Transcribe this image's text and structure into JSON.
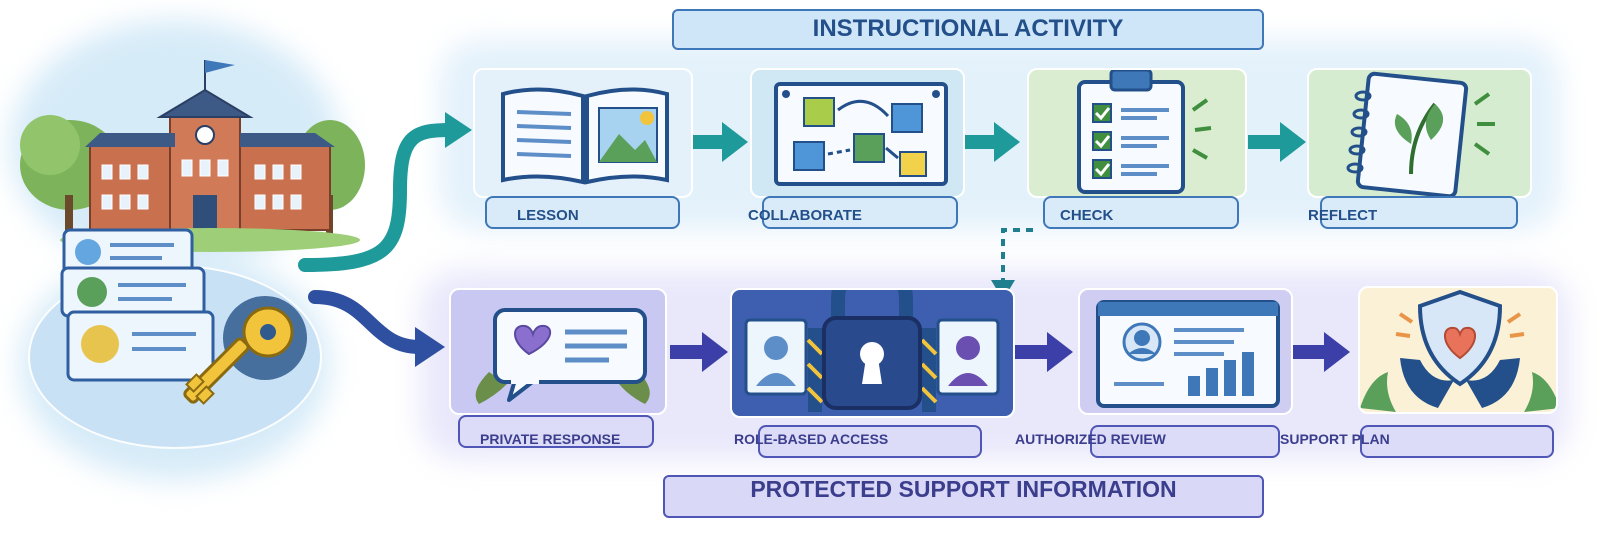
{
  "banners": {
    "top": "INSTRUCTIONAL ACTIVITY",
    "bottom": "PROTECTED SUPPORT INFORMATION"
  },
  "top_flow": [
    {
      "label": "LESSON",
      "icon": "open-book-icon"
    },
    {
      "label": "COLLABORATE",
      "icon": "whiteboard-icon"
    },
    {
      "label": "CHECK",
      "icon": "clipboard-checklist-icon"
    },
    {
      "label": "REFLECT",
      "icon": "notebook-leaf-icon"
    }
  ],
  "bottom_flow": [
    {
      "label": "PRIVATE RESPONSE",
      "icon": "speech-bubble-heart-icon"
    },
    {
      "label": "ROLE-BASED ACCESS",
      "icon": "padlock-icon"
    },
    {
      "label": "AUTHORIZED REVIEW",
      "icon": "dashboard-profile-icon"
    },
    {
      "label": "SUPPORT PLAN",
      "icon": "shield-hands-heart-icon"
    }
  ],
  "source_icons": [
    "school-building-icon",
    "profile-cards-icon",
    "key-icon"
  ],
  "colors": {
    "top_accent": "#3f78b9",
    "bottom_accent": "#4f56b5",
    "top_arrow": "#1f9a9a",
    "bottom_arrow": "#3b3fa7"
  }
}
